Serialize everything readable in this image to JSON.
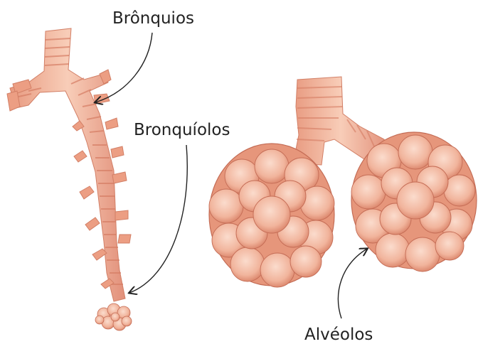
{
  "labels": {
    "bronquios": "Brônquios",
    "bronquiolos": "Bronquíolos",
    "alveolos": "Alvéolos"
  },
  "colors": {
    "tissue_light": "#f6c9b4",
    "tissue_mid": "#ec9e83",
    "tissue_dark": "#d67d64",
    "outline": "#c46c55",
    "text": "#222222"
  }
}
